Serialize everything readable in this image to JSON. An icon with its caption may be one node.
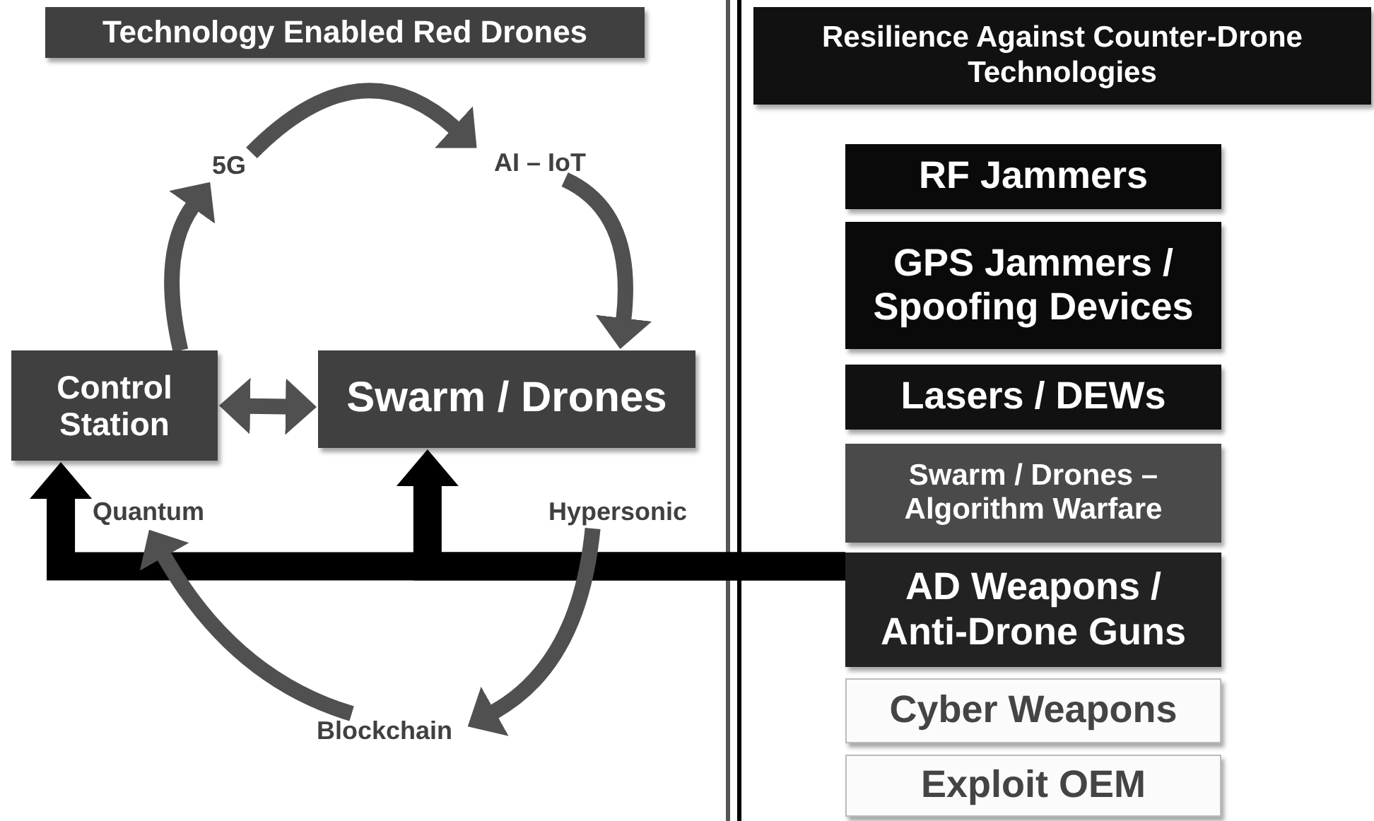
{
  "diagram": {
    "nodes": [
      {
        "text": [
          "Technology Enabled Red Drones"
        ]
      },
      {
        "text": [
          "Resilience Against Counter-Drone Technologies"
        ]
      },
      {
        "text": [
          "Control Station"
        ]
      },
      {
        "text": [
          "Swarm / Drones"
        ]
      },
      {
        "text": [
          "5G"
        ]
      },
      {
        "text": [
          "AI – IoT"
        ]
      },
      {
        "text": [
          "Quantum"
        ]
      },
      {
        "text": [
          "Hypersonic"
        ]
      },
      {
        "text": [
          "Blockchain"
        ]
      },
      {
        "text": [
          "RF Jammers"
        ]
      },
      {
        "text": [
          "GPS Jammers / Spoofing Devices"
        ]
      },
      {
        "text": [
          "Lasers / DEWs"
        ]
      },
      {
        "text": [
          "Swarm / Drones – Algorithm Warfare"
        ]
      },
      {
        "text": [
          "AD Weapons / Anti-Drone Guns"
        ]
      },
      {
        "text": [
          "Cyber Weapons"
        ]
      },
      {
        "text": [
          "Exploit OEM"
        ]
      }
    ],
    "edges": [
      {
        "from": 2,
        "to": 4,
        "arrow": "to"
      },
      {
        "from": 4,
        "to": 5,
        "arrow": "to"
      },
      {
        "from": 5,
        "to": 3,
        "arrow": "to"
      },
      {
        "from": 7,
        "to": 8,
        "arrow": "to"
      },
      {
        "from": 8,
        "to": 6,
        "arrow": "to"
      },
      {
        "from": 2,
        "to": 3,
        "arrow": "both"
      },
      {
        "from": 13,
        "to": 2,
        "arrow": "to",
        "style": "thick",
        "color": "#000000"
      },
      {
        "from": 13,
        "to": 3,
        "arrow": "to",
        "style": "thick",
        "color": "#000000"
      }
    ]
  }
}
